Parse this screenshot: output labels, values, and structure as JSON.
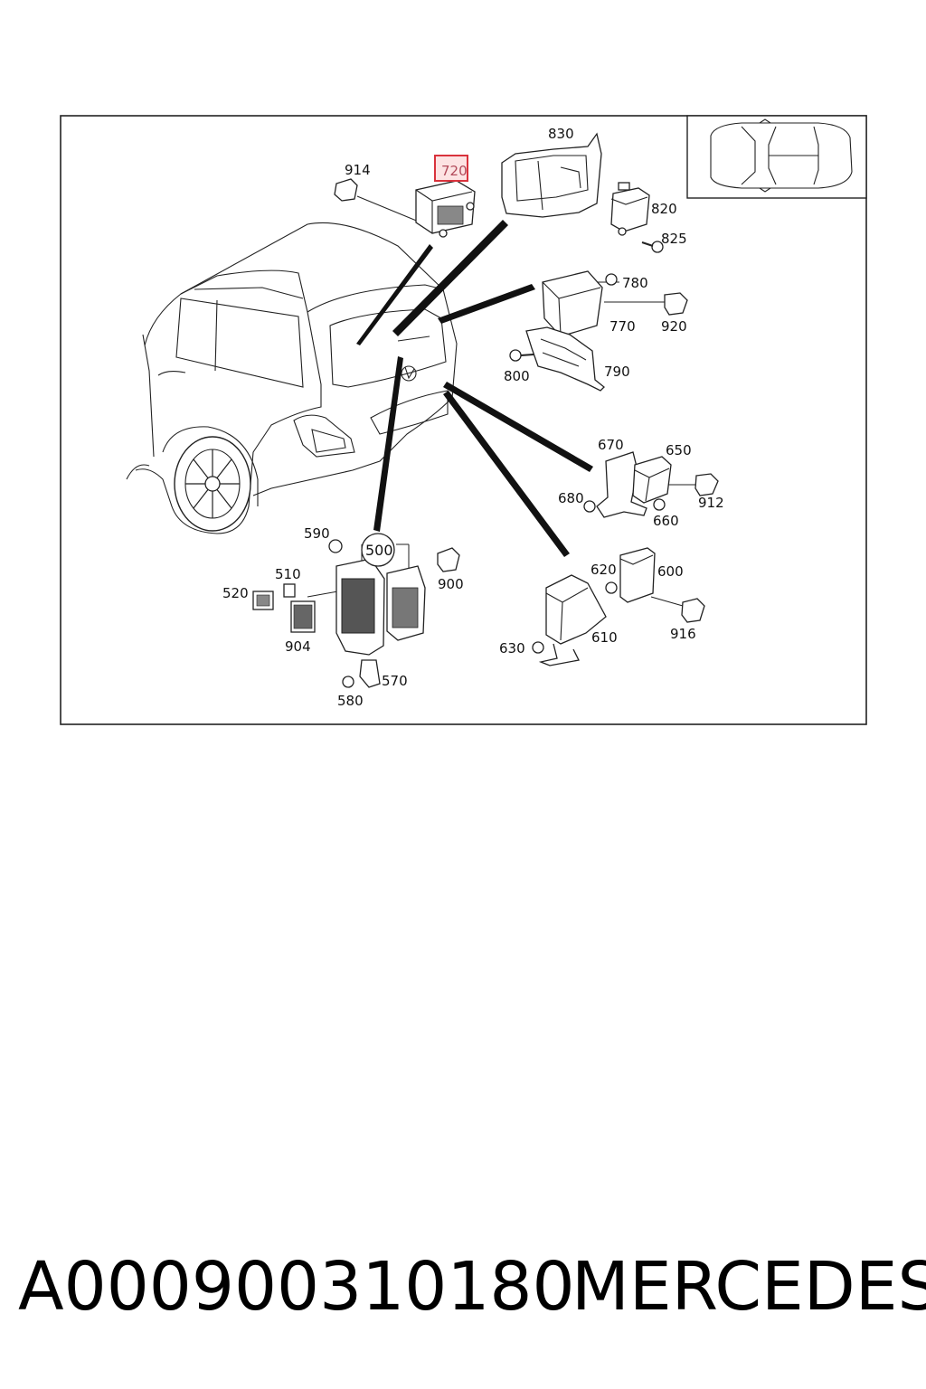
{
  "diagram": {
    "highlighted_callout": "720",
    "callouts": {
      "c914": "914",
      "c720": "720",
      "c830": "830",
      "c820": "820",
      "c825": "825",
      "c780": "780",
      "c770": "770",
      "c920": "920",
      "c800": "800",
      "c790": "790",
      "c670": "670",
      "c650": "650",
      "c680": "680",
      "c912": "912",
      "c660": "660",
      "c590": "590",
      "c500": "500",
      "c510": "510",
      "c520": "520",
      "c900": "900",
      "c904": "904",
      "c570": "570",
      "c580": "580",
      "c620": "620",
      "c600": "600",
      "c630": "630",
      "c610": "610",
      "c916": "916"
    },
    "colors": {
      "highlight_border": "#d9323c",
      "highlight_fill": "#fde3e3",
      "line": "#222222"
    }
  },
  "footer": {
    "part_number": "A000900310180",
    "brand": "MERCEDES"
  }
}
